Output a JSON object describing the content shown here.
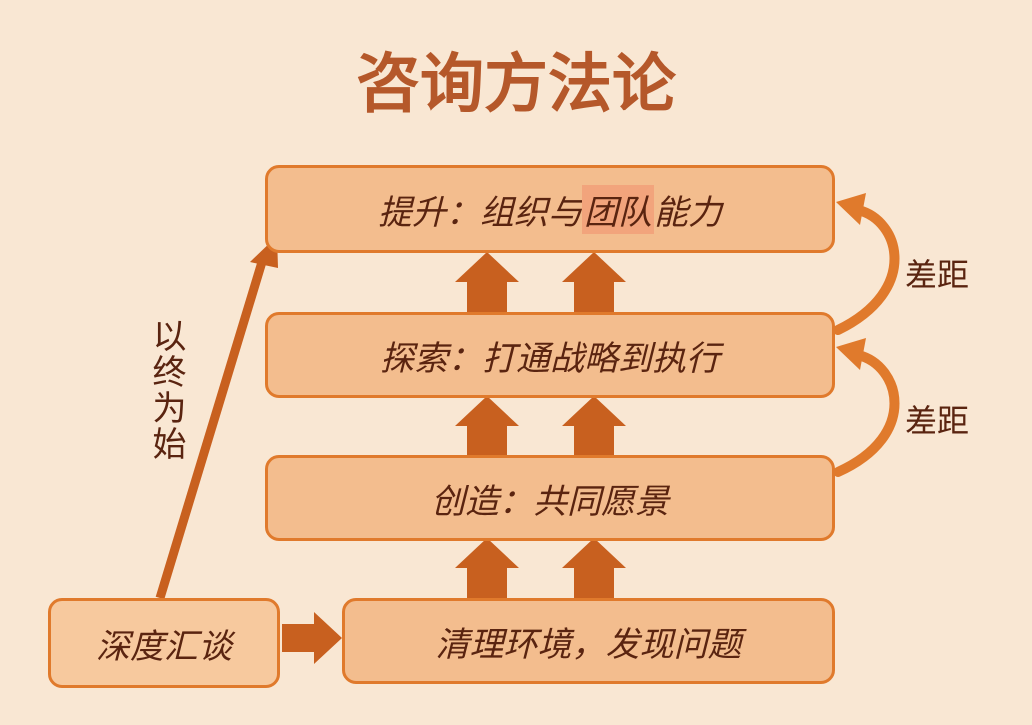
{
  "title": "咨询方法论",
  "boxes": {
    "lift": {
      "prefix": "提升：组织与",
      "highlight": "团队",
      "suffix": "能力"
    },
    "explore": "探索：打通战略到执行",
    "create": "创造：共同愿景",
    "clean": "清理环境，发现问题",
    "talk": "深度汇谈"
  },
  "labels": {
    "gap_top": "差距",
    "gap_mid": "差距",
    "begin_with_end": "以终为始"
  },
  "colors": {
    "background": "#f9e7d3",
    "box_fill": "#f3bd8e",
    "box_border": "#e07a2c",
    "arrow": "#c8601f",
    "title": "#b5582a",
    "text": "#5a2410"
  }
}
